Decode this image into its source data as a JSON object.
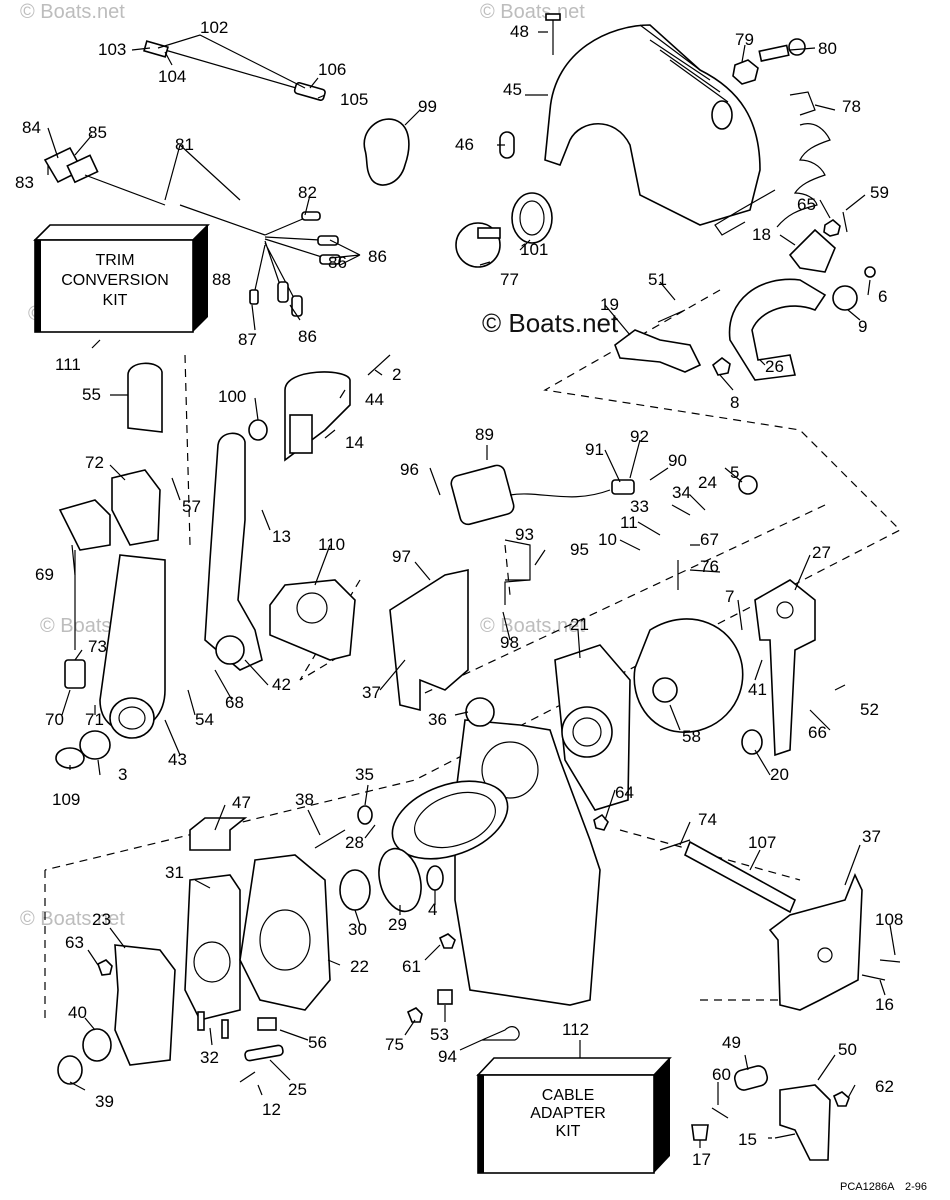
{
  "watermark": {
    "text": "© Boats.net"
  },
  "footer": {
    "code": "PCA1286A",
    "date": "2-96"
  },
  "kits": {
    "trim": {
      "line1": "TRIM",
      "line2": "CONVERSION",
      "line3": "KIT"
    },
    "cable": {
      "line1": "CABLE",
      "line2": "ADAPTER",
      "line3": "KIT"
    }
  },
  "callouts": [
    "102",
    "103",
    "104",
    "106",
    "105",
    "48",
    "45",
    "46",
    "79",
    "80",
    "78",
    "99",
    "84",
    "85",
    "83",
    "81",
    "82",
    "86",
    "88",
    "87",
    "101",
    "77",
    "65",
    "59",
    "18",
    "6",
    "9",
    "51",
    "19",
    "26",
    "8",
    "111",
    "2",
    "55",
    "44",
    "100",
    "14",
    "89",
    "91",
    "92",
    "90",
    "5",
    "24",
    "34",
    "96",
    "33",
    "11",
    "10",
    "67",
    "76",
    "27",
    "7",
    "41",
    "52",
    "66",
    "20",
    "97",
    "95",
    "93",
    "98",
    "21",
    "58",
    "57",
    "72",
    "13",
    "110",
    "69",
    "73",
    "70",
    "71",
    "43",
    "3",
    "109",
    "54",
    "68",
    "42",
    "37",
    "36",
    "64",
    "47",
    "38",
    "35",
    "28",
    "29",
    "30",
    "4",
    "74",
    "107",
    "31",
    "23",
    "63",
    "40",
    "39",
    "32",
    "12",
    "25",
    "56",
    "22",
    "61",
    "53",
    "75",
    "94",
    "112",
    "49",
    "50",
    "62",
    "60",
    "15",
    "17",
    "108",
    "16"
  ]
}
